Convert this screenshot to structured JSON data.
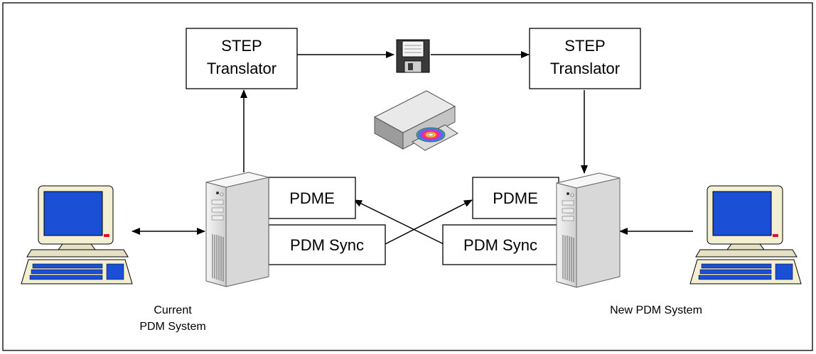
{
  "diagram": {
    "translator_left": {
      "line1": "STEP",
      "line2": "Translator"
    },
    "translator_right": {
      "line1": "STEP",
      "line2": "Translator"
    },
    "pdme_left": "PDME",
    "pdme_right": "PDME",
    "sync_left": "PDM Sync",
    "sync_right": "PDM Sync",
    "caption_left": {
      "line1": "Current",
      "line2": "PDM System"
    },
    "caption_right": "New PDM System"
  },
  "icons": [
    "computer-icon",
    "server-tower-icon",
    "floppy-disk-icon",
    "cd-drive-icon"
  ],
  "colors": {
    "screen": "#1a4fd6",
    "case": "#f2efd2",
    "server": "#e6e6e6",
    "power_led": "#e0102a"
  }
}
